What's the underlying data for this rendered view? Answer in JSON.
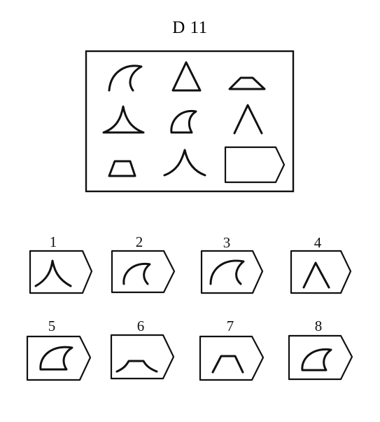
{
  "title": "D 11",
  "option_labels": [
    "1",
    "2",
    "3",
    "4",
    "5",
    "6",
    "7",
    "8"
  ],
  "matrix_shapes": [
    "curved-fin",
    "triangle",
    "trapezoid-low",
    "concave-peak-with-base",
    "curved-fin-with-base",
    "inverted-v",
    "trapezoid",
    "concave-peak",
    "blank-answer-frame"
  ],
  "option_shapes": [
    "concave-peak",
    "curved-fin-open",
    "curved-fin-large",
    "inverted-v",
    "curved-fin-closed",
    "trapezoid-open-curved",
    "trapezoid-open",
    "curved-fin-closed-small"
  ]
}
